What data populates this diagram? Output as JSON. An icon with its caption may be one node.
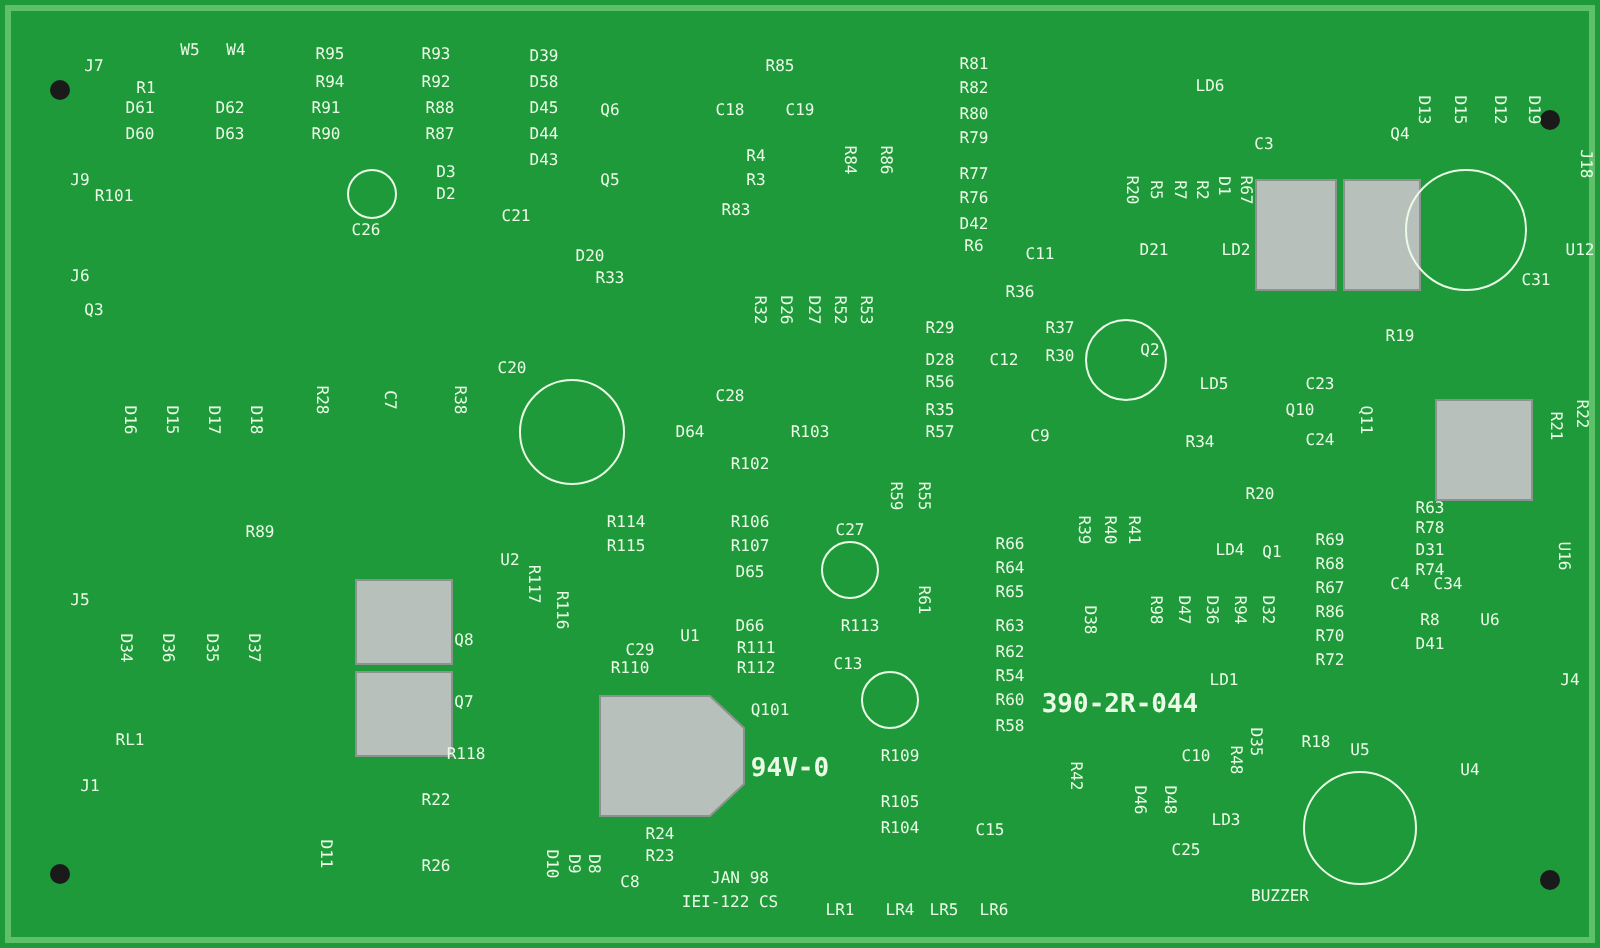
{
  "diagram": {
    "labels": [
      "J7",
      "W5",
      "W4",
      "R95",
      "R93",
      "R1",
      "R94",
      "R92",
      "D61",
      "D62",
      "R91",
      "R88",
      "D60",
      "D63",
      "R90",
      "R87",
      "D3",
      "D2",
      "C26",
      "C21",
      "J9",
      "R101",
      "J6",
      "Q3",
      "D16",
      "D15",
      "D17",
      "D18",
      "R28",
      "C7",
      "R38",
      "D20",
      "R33",
      "D39",
      "D58",
      "D45",
      "D44",
      "D43",
      "Q6",
      "Q5",
      "R85",
      "C18",
      "C19",
      "R4",
      "R3",
      "R84",
      "R86",
      "R83",
      "R81",
      "R82",
      "R80",
      "R79",
      "R77",
      "R76",
      "D42",
      "R6",
      "C11",
      "R36",
      "R32",
      "D26",
      "D27",
      "R52",
      "R53",
      "C20",
      "C28",
      "D64",
      "R103",
      "R102",
      "R29",
      "R37",
      "D28",
      "C12",
      "R30",
      "R56",
      "R35",
      "R57",
      "C9",
      "LD6",
      "C3",
      "Q4",
      "D13",
      "D15",
      "D12",
      "D19",
      "R20",
      "R5",
      "R7",
      "R2",
      "D1",
      "R67",
      "D21",
      "LD2",
      "Q2",
      "R19",
      "C31",
      "J18",
      "U12",
      "LD5",
      "C23",
      "Q10",
      "R34",
      "C24",
      "Q11",
      "R21",
      "R22",
      "R89",
      "J5",
      "U2",
      "R117",
      "D34",
      "D36",
      "D35",
      "D37",
      "Q8",
      "Q7",
      "RL1",
      "J1",
      "R118",
      "R22",
      "D11",
      "R26",
      "R114",
      "R115",
      "R106",
      "R107",
      "D65",
      "R116",
      "U1",
      "C29",
      "R110",
      "D66",
      "R111",
      "R112",
      "R113",
      "C27",
      "R59",
      "R55",
      "R61",
      "C13",
      "Q101",
      "94V-0",
      "R24",
      "R23",
      "JAN 98",
      "IEI-122 CS",
      "R109",
      "R105",
      "R104",
      "D10",
      "D9",
      "D8",
      "C8",
      "LR1",
      "LR4",
      "LR5",
      "LR6",
      "R66",
      "R64",
      "R65",
      "R63",
      "R62",
      "R54",
      "R60",
      "R58",
      "C15",
      "R39",
      "R40",
      "R41",
      "R20",
      "D38",
      "LD4",
      "Q1",
      "R98",
      "D47",
      "D36",
      "R94",
      "D32",
      "R69",
      "R68",
      "R67",
      "R86",
      "R70",
      "R72",
      "LD1",
      "390-2R-044",
      "R48",
      "D35",
      "R18",
      "U5",
      "R42",
      "C10",
      "D46",
      "D48",
      "LD3",
      "C25",
      "BUZZER",
      "R63",
      "R78",
      "D31",
      "R74",
      "C4",
      "C34",
      "R8",
      "D41",
      "U16",
      "U6",
      "J4",
      "U4"
    ]
  }
}
